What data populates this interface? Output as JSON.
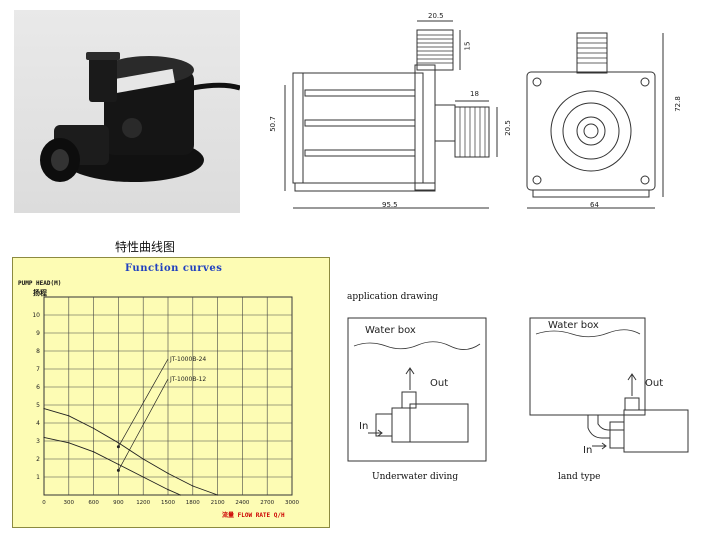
{
  "chinese_title": "特性曲线图",
  "chart_data": {
    "type": "line",
    "title": "Function curves",
    "ylabel": "PUMP HEAD(M)",
    "ylabel_cn": "扬程",
    "xlabel": "FLOW RATE Q/H",
    "xlabel_cn": "流量",
    "x_ticks": [
      "0",
      "300",
      "600",
      "900",
      "1200",
      "1500",
      "1800",
      "2100",
      "2400",
      "2700",
      "3000"
    ],
    "y_ticks": [
      "1",
      "2",
      "3",
      "4",
      "5",
      "6",
      "7",
      "8",
      "9",
      "10"
    ],
    "xlim": [
      0,
      3000
    ],
    "ylim": [
      0,
      11
    ],
    "grid": true,
    "series": [
      {
        "name": "JT-1000B-24",
        "x": [
          0,
          300,
          600,
          900,
          1200,
          1500,
          1800,
          2100
        ],
        "y": [
          4.8,
          4.4,
          3.7,
          2.9,
          2.0,
          1.2,
          0.5,
          0.0
        ]
      },
      {
        "name": "JT-1000B-12",
        "x": [
          0,
          300,
          600,
          900,
          1200,
          1500,
          1650
        ],
        "y": [
          3.2,
          2.9,
          2.4,
          1.7,
          1.0,
          0.3,
          0.0
        ]
      }
    ]
  },
  "dimensions": {
    "top_outlet_width": "20.5",
    "top_outlet_height": "15",
    "height": "50.7",
    "inlet_length": "18",
    "inlet_diameter": "20.5",
    "length": "95.5",
    "width": "64",
    "total_height": "72.8"
  },
  "application": {
    "title": "application drawing",
    "water_box": "Water box",
    "water_box2": "Water box",
    "out_label": "Out",
    "in_label": "In",
    "out_label2": "Out",
    "in_label2": "In",
    "caption_underwater": "Underwater diving",
    "caption_land": "land type"
  }
}
